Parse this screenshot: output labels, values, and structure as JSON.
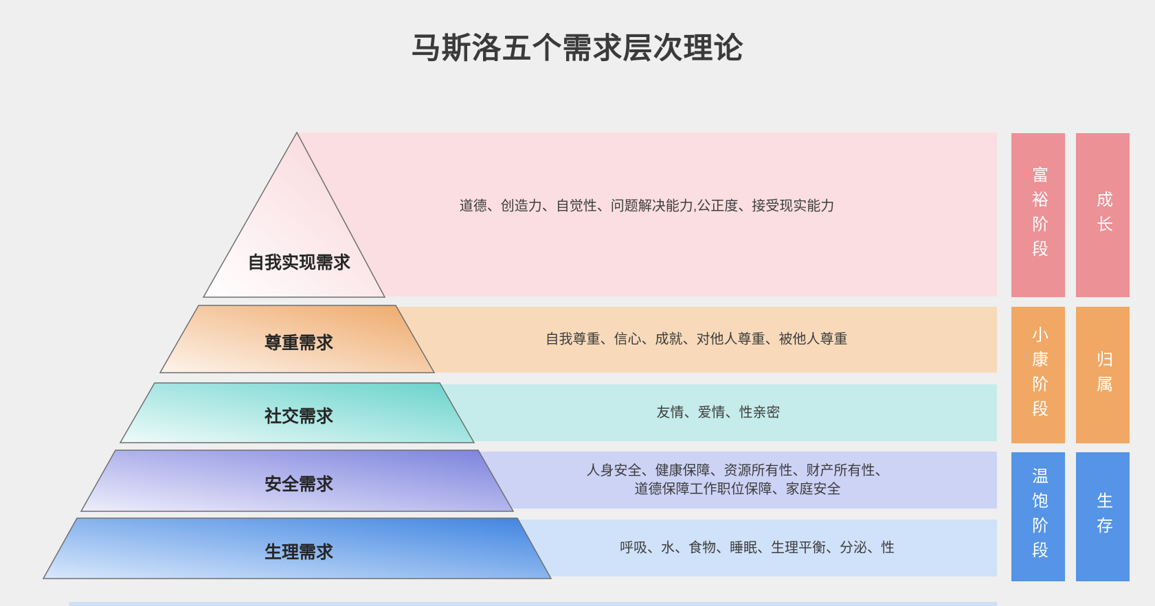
{
  "title": "马斯洛五个需求层次理论",
  "canvas": {
    "background_color": "#efefef"
  },
  "pyramid": {
    "levels": [
      {
        "name": "自我实现需求",
        "desc": "道德、创造力、自觉性、问题解决能力,公正度、接受现实能力",
        "band_color": "#fbdee1",
        "shape_gradient_from": "#ffffff",
        "shape_gradient_to": "#f8d2d7"
      },
      {
        "name": "尊重需求",
        "desc": "自我尊重、信心、成就、对他人尊重、被他人尊重",
        "band_color": "#f8dabb",
        "shape_gradient_from": "#fdf4ec",
        "shape_gradient_to": "#eea767"
      },
      {
        "name": "社交需求",
        "desc": "友情、爱情、性亲密",
        "band_color": "#c5ecea",
        "shape_gradient_from": "#effbfa",
        "shape_gradient_to": "#67d2cb"
      },
      {
        "name": "安全需求",
        "desc_line1": "人身安全、健康保障、资源所有性、财产所有性、",
        "desc_line2": "道德保障工作职位保障、家庭安全",
        "band_color": "#cdd3f5",
        "shape_gradient_from": "#eeeefb",
        "shape_gradient_to": "#7a80dd"
      },
      {
        "name": "生理需求",
        "desc": "呼吸、水、食物、睡眠、生理平衡、分泌、性",
        "band_color": "#d0e2f9",
        "shape_gradient_from": "#d9e8fb",
        "shape_gradient_to": "#3d83e1"
      }
    ]
  },
  "stage_column": [
    {
      "label": "富裕阶段",
      "color": "#ec9196"
    },
    {
      "label": "小康阶段",
      "color": "#f0a864"
    },
    {
      "label": "温饱阶段",
      "color": "#5594e6"
    }
  ],
  "category_column": [
    {
      "label": "成长",
      "color": "#ec9196"
    },
    {
      "label": "归属",
      "color": "#f0a864"
    },
    {
      "label": "生存",
      "color": "#5594e6"
    }
  ]
}
